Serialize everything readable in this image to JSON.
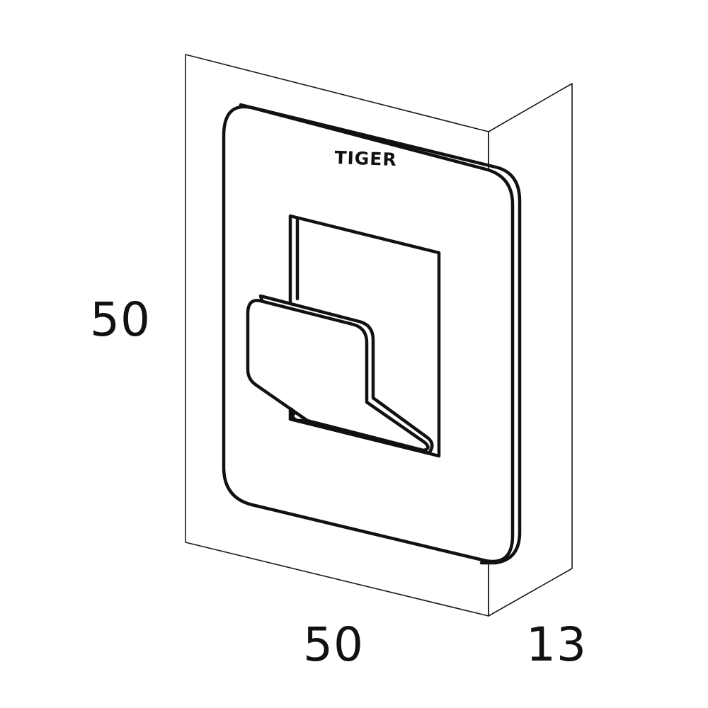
{
  "brand": {
    "logo_text": "TIGER"
  },
  "dimensions": {
    "height": "50",
    "width": "50",
    "depth": "13"
  },
  "colors": {
    "line": "#111111",
    "background": "#ffffff"
  }
}
